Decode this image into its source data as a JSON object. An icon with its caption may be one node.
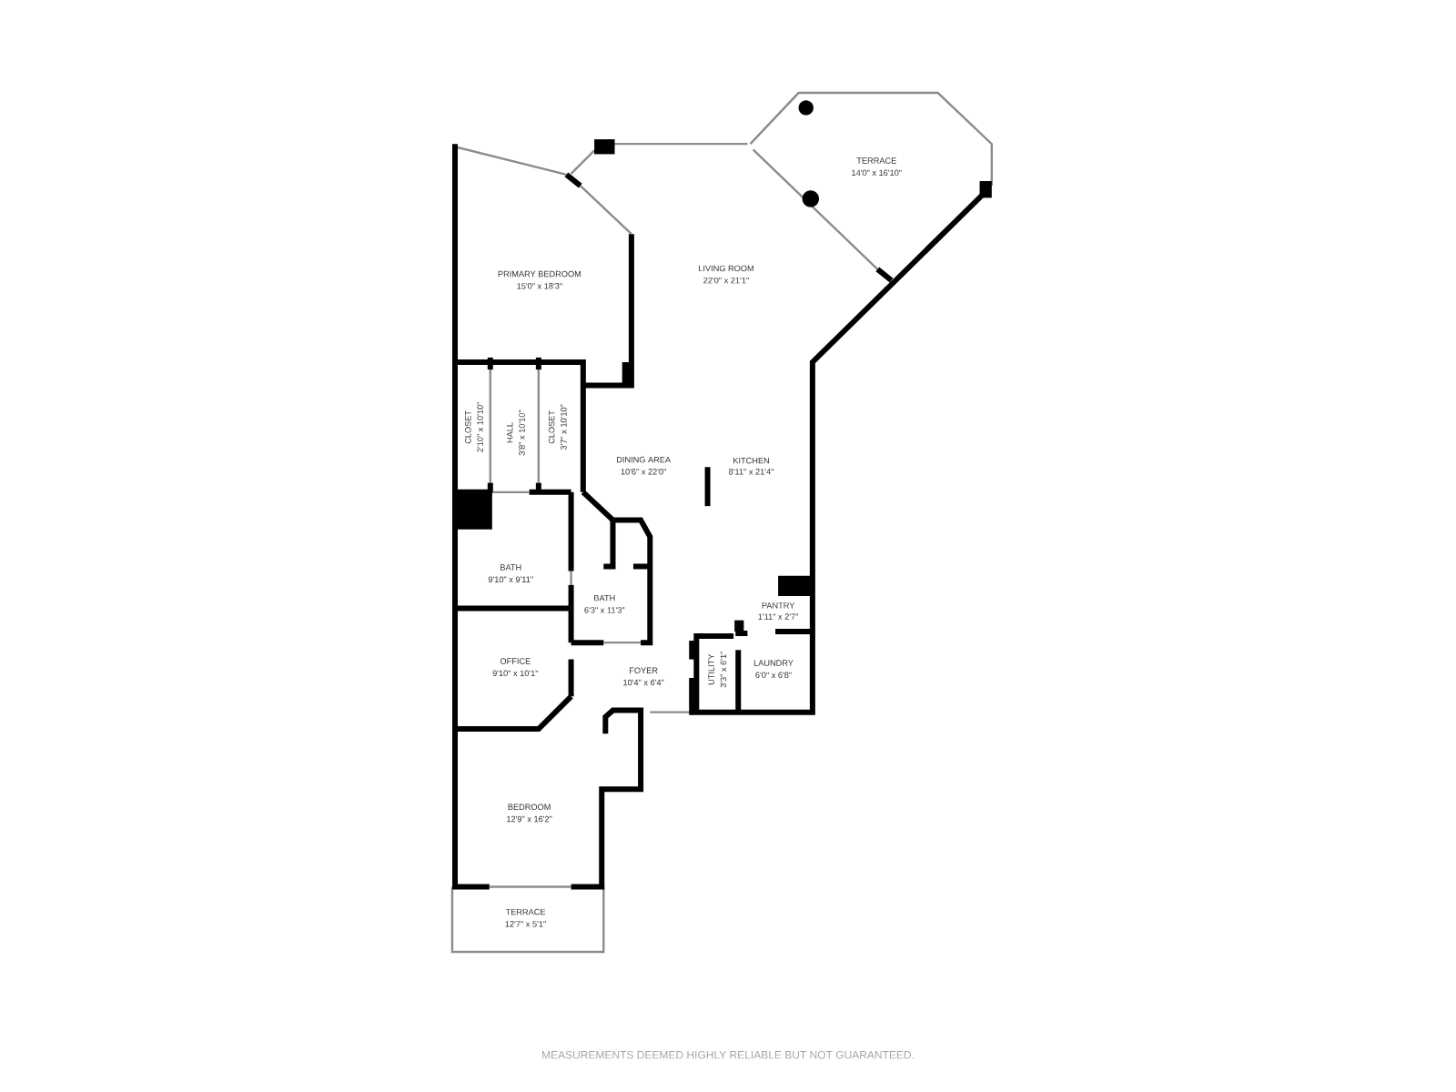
{
  "diagram": {
    "labels": [
      "TERRACE",
      "14'0\" x 16'10\"",
      "PRIMARY BEDROOM",
      "15'0\" x 18'3\"",
      "LIVING ROOM",
      "22'0\" x 21'1\"",
      "CLOSET",
      "2'10\" x 10'10\"",
      "HALL",
      "3'8\" x 10'10\"",
      "CLOSET",
      "3'7\" x 10'10\"",
      "DINING AREA",
      "10'6\" x 22'0\"",
      "KITCHEN",
      "8'11\" x 21'4\"",
      "BATH",
      "9'10\" x 9'11\"",
      "BATH",
      "6'3\" x 11'3\"",
      "PANTRY",
      "1'11\" x 2'7\"",
      "OFFICE",
      "9'10\" x 10'1\"",
      "FOYER",
      "10'4\" x 6'4\"",
      "UTILITY",
      "3'3\" x 6'1\"",
      "LAUNDRY",
      "6'0\" x 6'8\"",
      "BEDROOM",
      "12'9\" x 16'2\"",
      "TERRACE",
      "12'7\" x 5'1\"",
      "MEASUREMENTS DEEMED HIGHLY RELIABLE BUT NOT GUARANTEED."
    ]
  }
}
